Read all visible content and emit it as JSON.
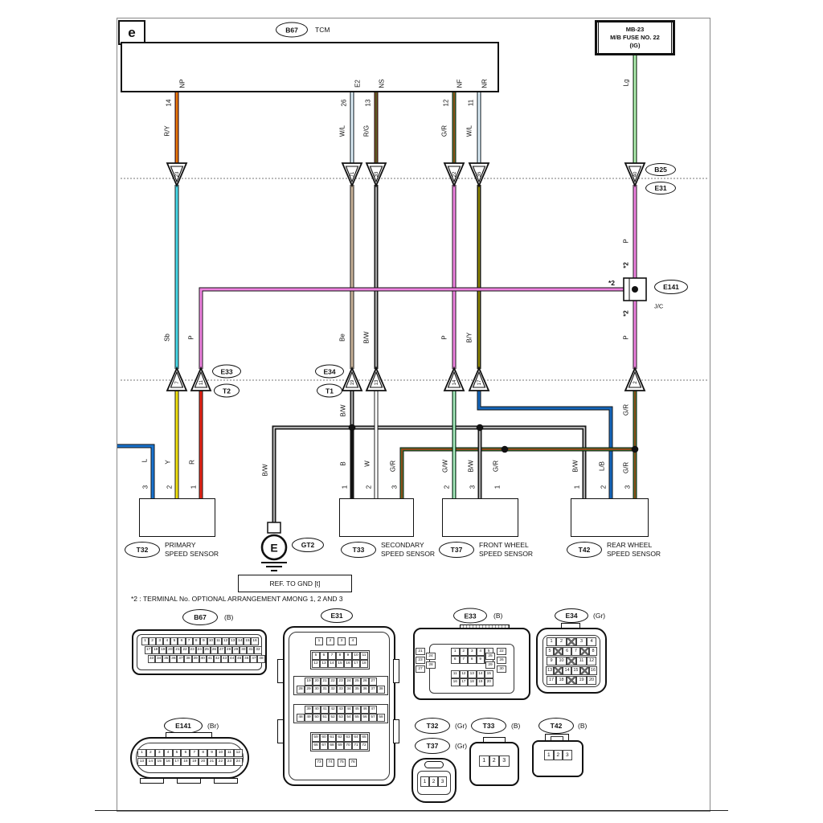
{
  "page": {
    "corner": "e",
    "note": "*2 : TERMINAL No. OPTIONAL ARRANGEMENT AMONG 1, 2 AND 3"
  },
  "colors": {
    "edge": "#111111",
    "ry": "#d63c14",
    "ryc": "#f0a800",
    "wl": "#b8dcf2",
    "wlc": "#ffffff",
    "rg": "#993318",
    "rgc": "#2f7d2f",
    "gr": "#2f8f2f",
    "grc": "#cc2211",
    "lg": "#70db70",
    "lgc": "#e8ffe8",
    "p": "#ee82e0",
    "sb": "#48d8e8",
    "y": "#f0e010",
    "r": "#e62417",
    "l": "#1873cf",
    "be": "#c8b298",
    "bw": "#262626",
    "bwc": "#ffffff",
    "b": "#141414",
    "w": "#ffffff",
    "by": "#30300a",
    "byc": "#d4c400",
    "gw": "#4fc878",
    "gwc": "#eafff0",
    "lb": "#1566bb"
  },
  "tcm": {
    "tag": "B67",
    "name": "TCM"
  },
  "fuse": {
    "l1": "MB-23",
    "l2": "M/B FUSE NO. 22",
    "l3": "(IG)",
    "wire": "Lg"
  },
  "top": {
    "t1": {
      "pin": "14",
      "term": "NP",
      "c": "R/Y"
    },
    "t2": {
      "pin": "26",
      "term": "E2",
      "c": "W/L"
    },
    "t3": {
      "pin": "13",
      "term": "NS",
      "c": "R/G"
    },
    "t4": {
      "pin": "12",
      "term": "NF",
      "c": "G/R"
    },
    "t5": {
      "pin": "11",
      "term": "NR",
      "c": "W/L"
    }
  },
  "row1": {
    "n1": "23",
    "n2": "71",
    "n3": "33",
    "n4": "22",
    "n5": "35",
    "n6": "40",
    "tagA": "B25",
    "tagB": "E31"
  },
  "mid": {
    "c1": "Sb",
    "c2": "P",
    "c3": "Be",
    "c4": "B/W",
    "c5": "P",
    "c6": "B/Y",
    "p_up": "P",
    "p_dn": "P",
    "star": "*2"
  },
  "jc": {
    "tag": "E141",
    "label": "J/C"
  },
  "row2": {
    "n1": "7",
    "n2": "11",
    "n3": "19",
    "n4": "13",
    "n5": "14",
    "n6": "17",
    "n7": "2",
    "tagA1": "E33",
    "tagA2": "T2",
    "tagB1": "E34",
    "tagB2": "T1"
  },
  "low": {
    "l": "L",
    "y": "Y",
    "r": "R",
    "bw_gnd": "B/W",
    "bw_e34": "B/W",
    "b": "B",
    "w": "W",
    "gr33": "G/R",
    "gw": "G/W",
    "bw37": "B/W",
    "gr37": "G/R",
    "bw42": "B/W",
    "lb": "L/B",
    "gr42u": "G/R",
    "gr42": "G/R",
    "p32_3": "3",
    "p32_2": "2",
    "p32_1": "1",
    "p33_1": "1",
    "p33_2": "2",
    "p33_3": "3",
    "p37_2": "2",
    "p37_3": "3",
    "p37_1": "1",
    "p42_1": "1",
    "p42_2": "2",
    "p42_3": "3"
  },
  "sensors": {
    "s32": {
      "tag": "T32",
      "n1": "PRIMARY",
      "n2": "SPEED SENSOR"
    },
    "s33": {
      "tag": "T33",
      "n1": "SECONDARY",
      "n2": "SPEED SENSOR"
    },
    "s37": {
      "tag": "T37",
      "n1": "FRONT WHEEL",
      "n2": "SPEED SENSOR"
    },
    "s42": {
      "tag": "T42",
      "n1": "REAR WHEEL",
      "n2": "SPEED SENSOR"
    }
  },
  "ground": {
    "tag": "GT2",
    "sym": "E",
    "ref": "REF. TO GND [t]"
  },
  "pinouts": {
    "b67": {
      "tag": "B67",
      "suf": "(B)",
      "r1": [
        "1",
        "2",
        "3",
        "4",
        "5",
        "6",
        "7",
        "8",
        "9",
        "10",
        "11",
        "12",
        "13",
        "14",
        "15",
        "16"
      ],
      "r2": [
        "17",
        "18",
        "19",
        "20",
        "21",
        "22",
        "23",
        "24",
        "25",
        "26",
        "27",
        "28",
        "29",
        "30",
        "31",
        "32"
      ],
      "r3": [
        "33",
        "34",
        "35",
        "36",
        "37",
        "38",
        "39",
        "40",
        "41",
        "42",
        "43",
        "44",
        "45",
        "46",
        "47",
        "48"
      ]
    },
    "e31": {
      "tag": "E31",
      "g1": [
        "1",
        "2",
        "3",
        "4"
      ],
      "g2a": [
        "5",
        "6",
        "7",
        "8",
        "9",
        "10",
        "11"
      ],
      "g2b": [
        "12",
        "13",
        "14",
        "15",
        "16",
        "17",
        "18"
      ],
      "g3a": [
        "19",
        "20",
        "21",
        "22",
        "23",
        "24",
        "25",
        "26",
        "27"
      ],
      "g3b": [
        "28",
        "29",
        "30",
        "31",
        "32",
        "33",
        "34",
        "35",
        "36",
        "37",
        "38"
      ],
      "g4a": [
        "39",
        "40",
        "41",
        "42",
        "43",
        "44",
        "45",
        "46",
        "47"
      ],
      "g4b": [
        "48",
        "49",
        "50",
        "51",
        "52",
        "53",
        "54",
        "55",
        "56",
        "57",
        "58"
      ],
      "g5a": [
        "59",
        "60",
        "61",
        "62",
        "63",
        "64",
        "65"
      ],
      "g5b": [
        "66",
        "67",
        "68",
        "69",
        "70",
        "71",
        "72"
      ],
      "g6": [
        "73",
        "74",
        "75",
        "76"
      ]
    },
    "e33": {
      "tag": "E33",
      "suf": "(B)",
      "ta": [
        "1",
        "2",
        "3",
        "4",
        "5"
      ],
      "tb": [
        "6",
        "7",
        "8",
        "9",
        "10"
      ],
      "ba": [
        "11",
        "12",
        "13",
        "14",
        "15"
      ],
      "bb": [
        "16",
        "17",
        "18",
        "19",
        "20"
      ],
      "lo": [
        "21",
        "23",
        "27"
      ],
      "li": [
        "24",
        "28"
      ],
      "ri": [
        "25",
        "29"
      ],
      "ro": [
        "22",
        "26",
        "30"
      ]
    },
    "e34": {
      "tag": "E34",
      "suf": "(Gr)",
      "r1": [
        "1",
        "2",
        "X",
        "3",
        "4"
      ],
      "r2": [
        "5",
        "X",
        "6",
        "7",
        "X",
        "8"
      ],
      "r3": [
        "9",
        "10",
        "X",
        "11",
        "12"
      ],
      "r4": [
        "13",
        "X",
        "14",
        "15",
        "X",
        "16"
      ],
      "r5": [
        "17",
        "18",
        "X",
        "19",
        "20"
      ]
    },
    "e141": {
      "tag": "E141",
      "suf": "(Br)",
      "r1": [
        "1",
        "2",
        "3",
        "4",
        "5",
        "6",
        "7",
        "8",
        "9",
        "10",
        "11",
        "12"
      ],
      "r2": [
        "13",
        "14",
        "15",
        "16",
        "17",
        "18",
        "19",
        "20",
        "21",
        "22",
        "23",
        "24"
      ]
    },
    "t3237": {
      "tagA": "T32",
      "sufA": "(Gr)",
      "tagB": "T37",
      "sufB": "(Gr)",
      "pins": [
        "1",
        "2",
        "3"
      ]
    },
    "t33": {
      "tag": "T33",
      "suf": "(B)",
      "pins": [
        "1",
        "2",
        "3"
      ]
    },
    "t42": {
      "tag": "T42",
      "suf": "(B)",
      "pins": [
        "1",
        "2",
        "3"
      ]
    }
  }
}
